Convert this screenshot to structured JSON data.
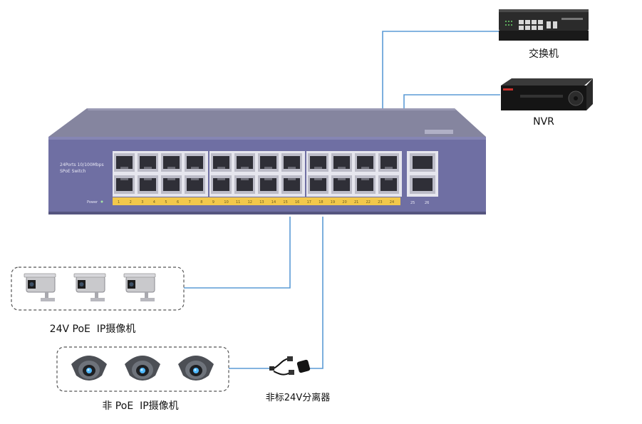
{
  "devices": {
    "switch_top": {
      "label": "交换机"
    },
    "nvr": {
      "label": "NVR"
    },
    "poe_switch": {
      "model_line1": "24Ports 10/100Mbps",
      "model_line2": "SPoE Switch",
      "power_label": "Power",
      "port_labels": [
        "1",
        "2",
        "3",
        "4",
        "5",
        "6",
        "7",
        "8",
        "9",
        "10",
        "11",
        "12",
        "13",
        "14",
        "15",
        "16",
        "17",
        "18",
        "19",
        "20",
        "21",
        "22",
        "23",
        "24"
      ],
      "uplink_labels": [
        "25",
        "26"
      ]
    },
    "poe_cameras": {
      "label": "24V PoE  IP摄像机",
      "count": 3
    },
    "non_poe_cameras": {
      "label": "非 PoE  IP摄像机",
      "count": 3
    },
    "splitter": {
      "label": "非标24V分离器"
    }
  },
  "colors": {
    "link": "#5b9bd5",
    "switch_body": "#6f6fa3",
    "port_strip": "#f2c84b",
    "dashed_border": "#555555"
  }
}
